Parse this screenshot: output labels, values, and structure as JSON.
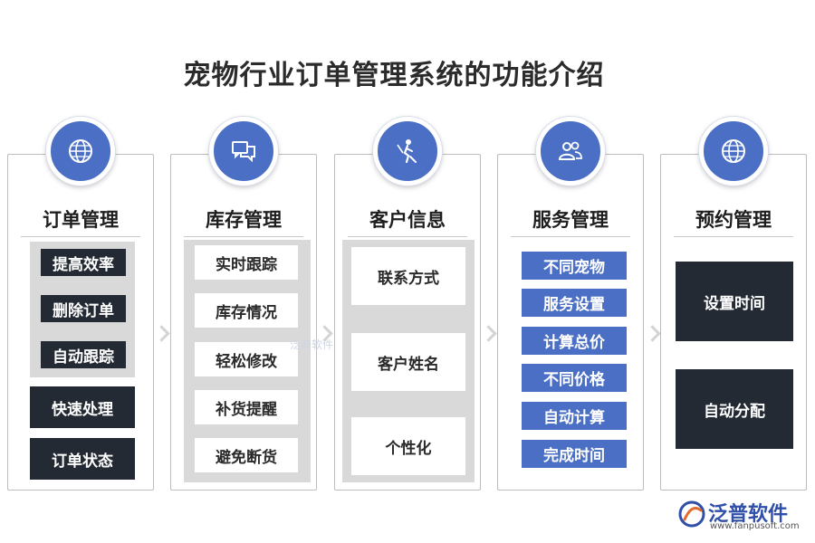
{
  "title": "宠物行业订单管理系统的功能介绍",
  "columns": [
    {
      "icon": "globe-icon",
      "title": "订单管理",
      "group_items": [
        "提高效率",
        "删除订单",
        "自动跟踪"
      ],
      "items": [
        "快速处理",
        "订单状态"
      ]
    },
    {
      "icon": "chat-bubbles-icon",
      "title": "库存管理",
      "items": [
        "实时跟踪",
        "库存情况",
        "轻松修改",
        "补货提醒",
        "避免断货"
      ]
    },
    {
      "icon": "person-pointer-icon",
      "title": "客户信息",
      "items": [
        "联系方式",
        "客户姓名",
        "个性化"
      ]
    },
    {
      "icon": "users-icon",
      "title": "服务管理",
      "items": [
        "不同宠物",
        "服务设置",
        "计算总价",
        "不同价格",
        "自动计算",
        "完成时间"
      ]
    },
    {
      "icon": "globe-icon",
      "title": "预约管理",
      "items": [
        "设置时间",
        "自动分配"
      ]
    }
  ],
  "watermark": "泛普软件",
  "logo": {
    "name": "泛普软件",
    "url": "www.fanpusoft.com"
  },
  "colors": {
    "accent": "#4a6fc4",
    "dark": "#232a33",
    "gray": "#d9d9d9"
  }
}
